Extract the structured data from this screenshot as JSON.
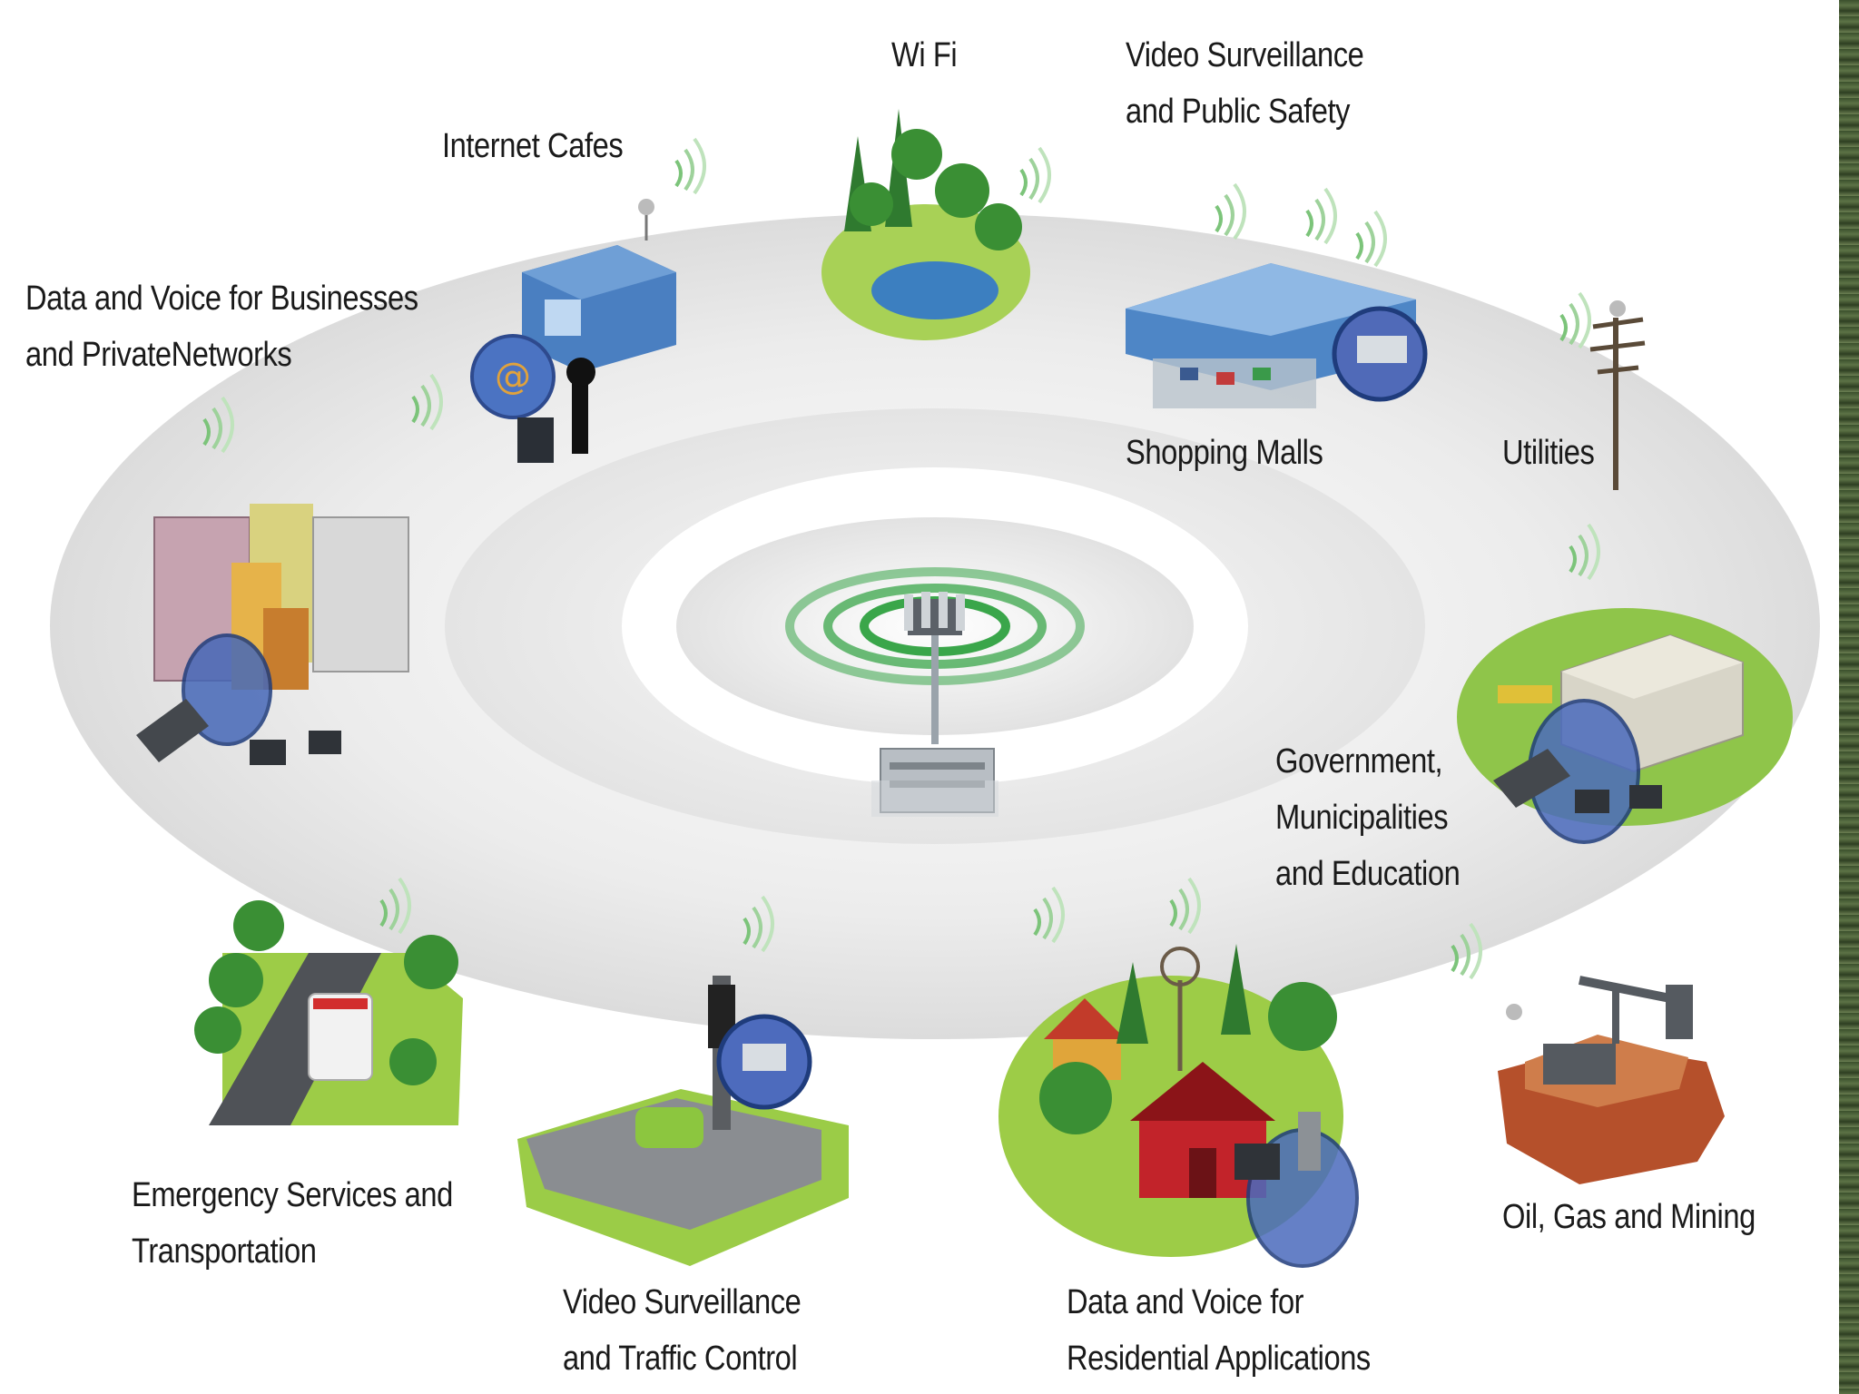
{
  "labels": {
    "wifi": [
      "Wi Fi"
    ],
    "video_public_safety": [
      "Video Surveillance",
      "and Public Safety"
    ],
    "internet_cafes": [
      "Internet Cafes"
    ],
    "data_voice_business": [
      "Data and Voice for Businesses",
      "and PrivateNetworks"
    ],
    "shopping_malls": [
      "Shopping Malls"
    ],
    "utilities": [
      "Utilities"
    ],
    "government": [
      "Government,",
      "Municipalities",
      "and Education"
    ],
    "emergency": [
      "Emergency Services and",
      "Transportation"
    ],
    "video_traffic": [
      "Video Surveillance",
      "and Traffic Control"
    ],
    "residential": [
      "Data and Voice for",
      "Residential Applications"
    ],
    "oil_gas": [
      "Oil, Gas and Mining"
    ]
  },
  "colors": {
    "ring_outer": "#e6e6e6",
    "ring_inner": "#f4f4f4",
    "signal_green": "#3aa64a",
    "grass": "#9ccc45",
    "building_blue": "#4a7fc1",
    "barn_red": "#c2232a",
    "car_green": "#8dc63f",
    "earth_orange": "#b5502b"
  },
  "icons": [
    "base-station-tower-icon",
    "wifi-park-icon",
    "internet-cafe-icon",
    "office-buildings-icon",
    "shopping-mall-icon",
    "utility-pole-icon",
    "government-building-icon",
    "ambulance-road-icon",
    "traffic-camera-icon",
    "residential-farm-icon",
    "oil-pump-icon"
  ]
}
